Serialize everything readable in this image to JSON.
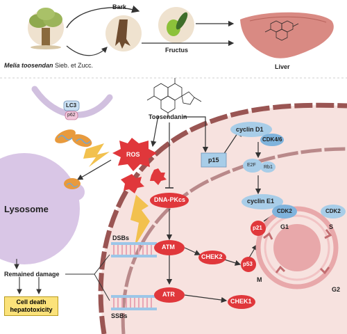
{
  "top": {
    "species_italic": "Melia toosendan",
    "species_rest": " Sieb. et Zucc.",
    "bark": "Bark",
    "fructus": "Fructus",
    "liver": "Liver"
  },
  "autophagy": {
    "lc3": "LC3",
    "p62": "p62",
    "ros": "ROS",
    "lysosome": "Lysosome"
  },
  "center": {
    "compound": "Toosendanin",
    "dna_pkcs": "DNA-PKcs",
    "atm": "ATM",
    "atr": "ATR",
    "chek2": "CHEK2",
    "chek1": "CHEK1",
    "p53": "p53",
    "p21": "p21",
    "p15": "p15",
    "dsbs": "DSBs",
    "ssbs": "SSBs",
    "remained_damage": "Remained damage",
    "outcome_line1": "Cell death",
    "outcome_line2": "hepatotoxicity"
  },
  "cell_cycle": {
    "cyclin_d1": "cyclin D1",
    "cdk46": "CDK4/6",
    "e2f": "E2F",
    "rb1": "Rb1",
    "cyclin_e1": "cyclin E1",
    "cdk2_a": "CDK2",
    "cdk2_b": "CDK2",
    "g1": "G1",
    "s": "S",
    "g2": "G2",
    "m": "M"
  },
  "colors": {
    "cell_bg": "#f7e2df",
    "membrane": "#9a5553",
    "red_node": "#e0373b",
    "blue_node": "#a8cde8",
    "yellow_box": "#fbe27a"
  }
}
